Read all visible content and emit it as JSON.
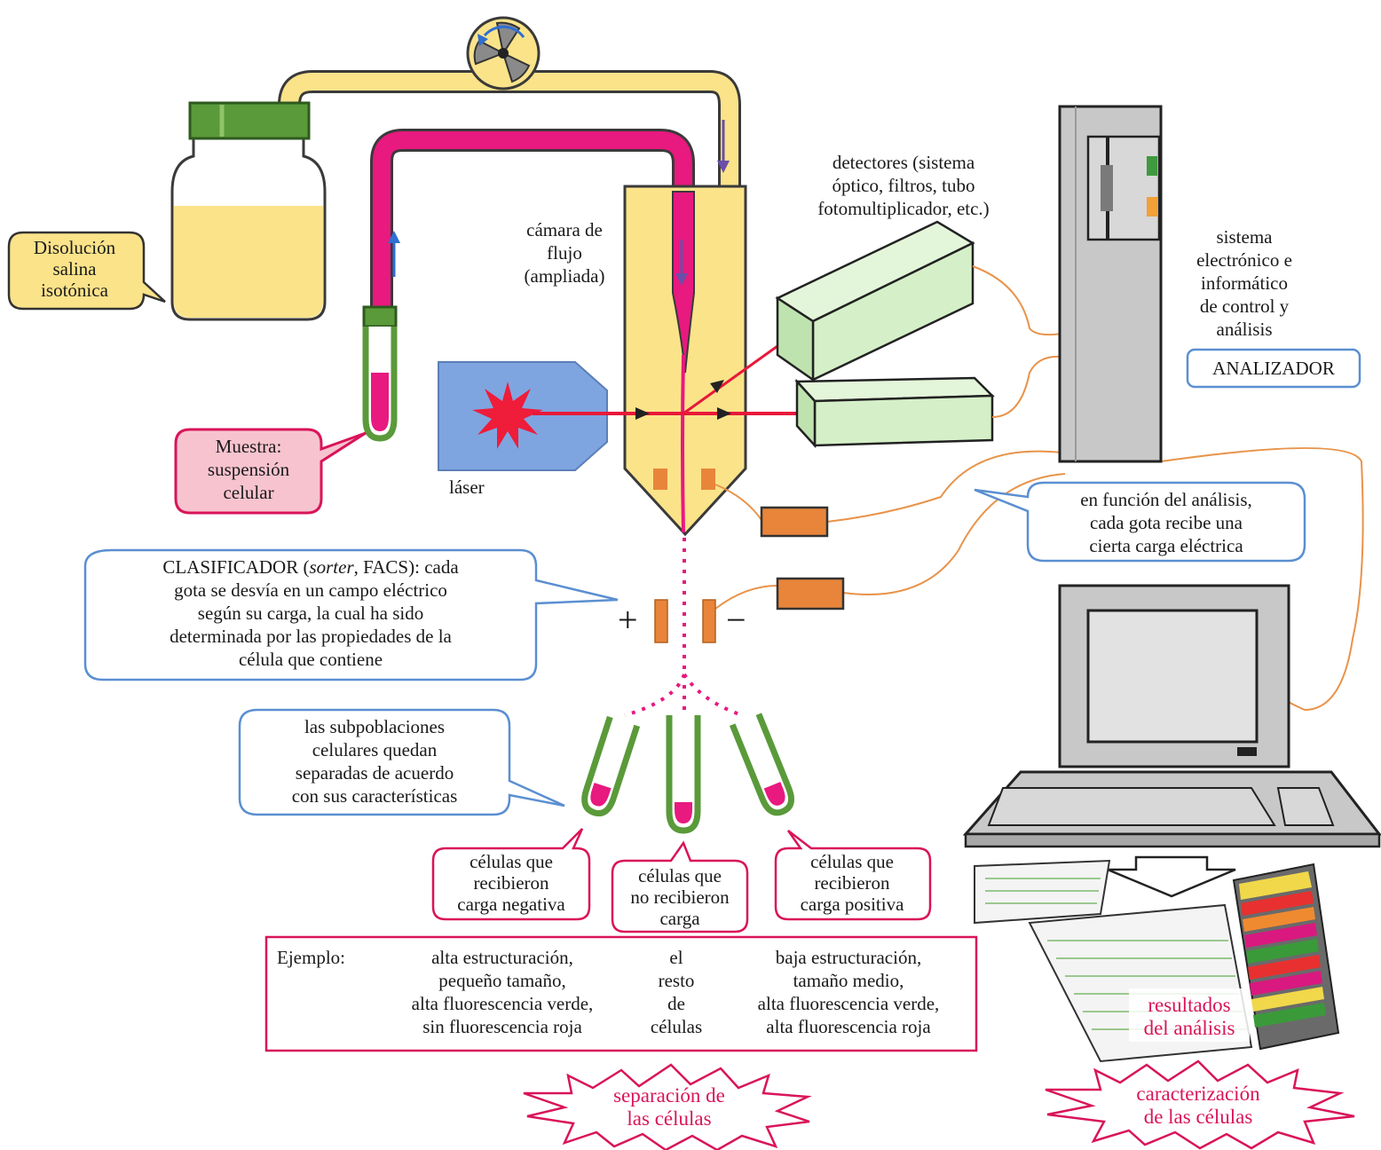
{
  "labels": {
    "saline": [
      "Disolución",
      "salina",
      "isotónica"
    ],
    "sample": [
      "Muestra:",
      "suspensión",
      "celular"
    ],
    "chamber": [
      "cámara de",
      "flujo",
      "(ampliada)"
    ],
    "detectors": [
      "detectores (sistema",
      "óptico, filtros, tubo",
      "fotomultiplicador, etc.)"
    ],
    "system": [
      "sistema",
      "electrónico e",
      "informático",
      "de control y",
      "análisis"
    ],
    "analyzer": "ANALIZADOR",
    "laser": "láser",
    "charge_note": [
      "en función del análisis,",
      "cada gota recibe una",
      "cierta carga eléctrica"
    ],
    "sorter": [
      "gota se desvía en un campo eléctrico",
      "según su carga, la cual ha sido",
      "determinada por las propiedades de la",
      "célula que contiene"
    ],
    "sorter_first": {
      "a": "CLASIFICADOR (",
      "b": "sorter",
      "c": ", FACS): cada"
    },
    "plus": "+",
    "minus": "−",
    "subpop": [
      "las subpoblaciones",
      "celulares quedan",
      "separadas de acuerdo",
      "con sus características"
    ],
    "tube_neg": [
      "células que",
      "recibieron",
      "carga negativa"
    ],
    "tube_none": [
      "células que",
      "no recibieron",
      "carga"
    ],
    "tube_pos": [
      "células que",
      "recibieron",
      "carga positiva"
    ],
    "results": [
      "resultados",
      "del análisis"
    ],
    "burst_left": [
      "separación de",
      "las células"
    ],
    "burst_right": [
      "caracterización",
      "de las células"
    ]
  },
  "example": {
    "title": "Ejemplo:",
    "col1": [
      "alta estructuración,",
      "pequeño tamaño,",
      "alta fluorescencia verde,",
      "sin fluorescencia roja"
    ],
    "col2": [
      "el",
      "resto",
      "de",
      "células"
    ],
    "col3": [
      "baja estructuración,",
      "tamaño medio,",
      "alta fluorescencia verde,",
      "alta fluorescencia roja"
    ]
  },
  "colors": {
    "fluid_yellow": "#fbe38a",
    "sample_magenta": "#e8197f",
    "cap_green": "#5a9a3a",
    "detector_green": "#d5f0c8",
    "laser_blue": "#7fa5e0",
    "electrode_orange": "#e8853a",
    "callout_pink": "#f7c3cf",
    "callout_magenta": "#d9145a",
    "callout_blue": "#5b8fd1",
    "computer_gray": "#c8c8c8",
    "wire_orange": "#e8934a"
  }
}
